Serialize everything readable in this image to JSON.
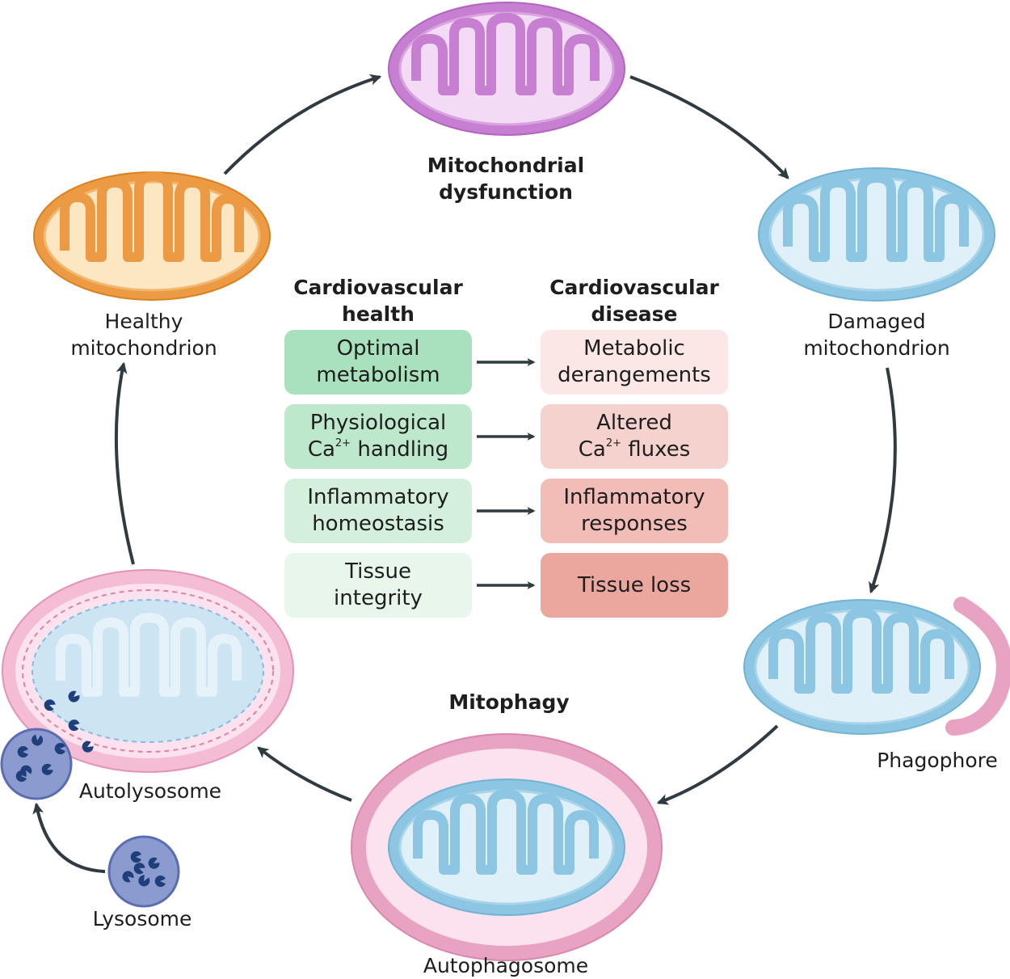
{
  "titles": {
    "dysfunction": [
      "Mitochondrial",
      "dysfunction"
    ],
    "mitophagy": "Mitophagy"
  },
  "labels": {
    "healthy": [
      "Healthy",
      "mitochondrion"
    ],
    "damaged": [
      "Damaged",
      "mitochondrion"
    ],
    "phagophore": "Phagophore",
    "autophagosome": "Autophagosome",
    "autolysosome": "Autolysosome",
    "lysosome": "Lysosome"
  },
  "columns": {
    "health": {
      "header": [
        "Cardiovascular",
        "health"
      ],
      "items": [
        {
          "lines": [
            "Optimal",
            "metabolism"
          ],
          "color": "#a9e0bd"
        },
        {
          "lines": [
            "Physiological",
            "Ca|2+| handling"
          ],
          "color": "#bde8cb"
        },
        {
          "lines": [
            "Inflammatory",
            "homeostasis"
          ],
          "color": "#d4f0dc"
        },
        {
          "lines": [
            "Tissue",
            "integrity"
          ],
          "color": "#e8f6ec"
        }
      ]
    },
    "disease": {
      "header": [
        "Cardiovascular",
        "disease"
      ],
      "items": [
        {
          "lines": [
            "Metabolic",
            "derangements"
          ],
          "color": "#fbe7e5"
        },
        {
          "lines": [
            "Altered",
            "Ca|2+| fluxes"
          ],
          "color": "#f6d2cf"
        },
        {
          "lines": [
            "Inflammatory",
            "responses"
          ],
          "color": "#f2bdb7"
        },
        {
          "lines": [
            "Tissue loss"
          ],
          "color": "#eba69e"
        }
      ]
    }
  },
  "colors": {
    "healthy": "#ec9a44",
    "dysfunction": "#c77fd2",
    "damaged": "#8dc6e2",
    "membrane_pink": "#e9a3c2",
    "lysosome": "#8c9bcf",
    "arrow": "#2f3b40"
  }
}
